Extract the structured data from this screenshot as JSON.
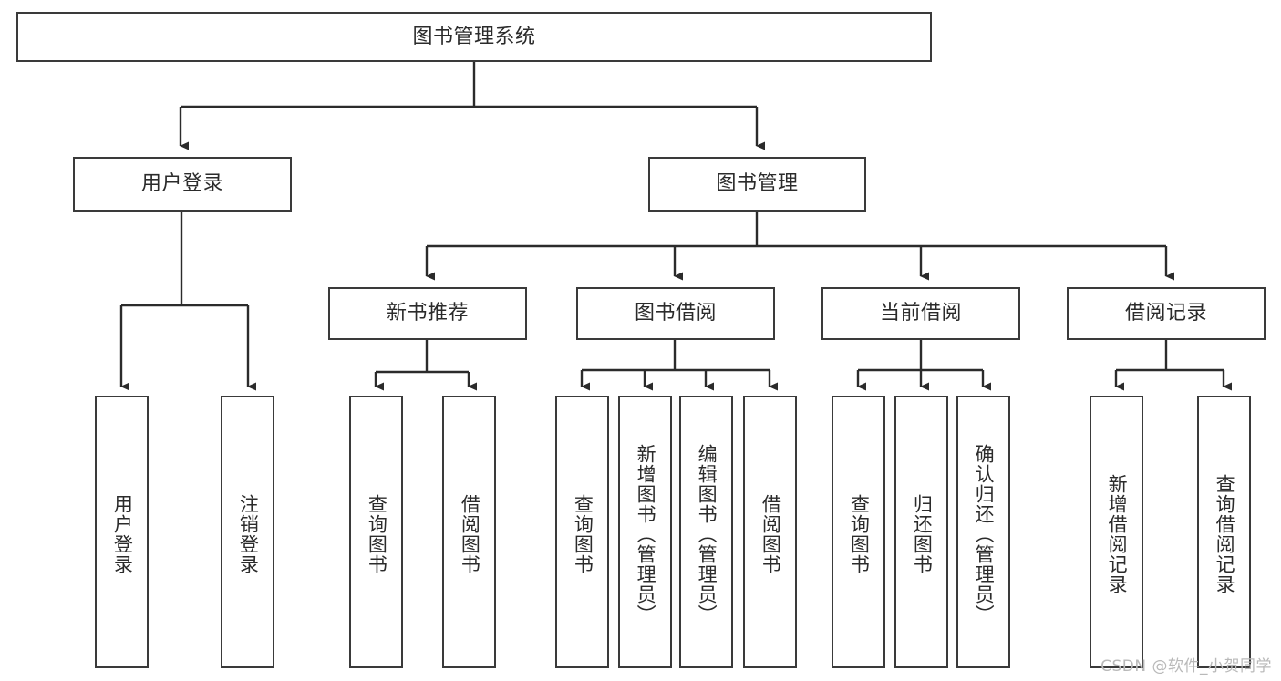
{
  "diagram": {
    "title": "图书管理系统",
    "type": "hierarchy-tree",
    "watermark": "CSDN @软件_小贺同学",
    "colors": {
      "stroke": "#3a3a3a",
      "box_fill": "#ffffff",
      "text": "#2b2b2b",
      "background": "#ffffff",
      "watermark": "#b9b9b9"
    },
    "levels": {
      "level0": [
        {
          "id": "root",
          "label": "图书管理系统"
        }
      ],
      "level1": [
        {
          "id": "user-login",
          "label": "用户登录"
        },
        {
          "id": "book-management",
          "label": "图书管理"
        }
      ],
      "level2": [
        {
          "id": "new-book-recommend",
          "label": "新书推荐"
        },
        {
          "id": "book-borrow",
          "label": "图书借阅"
        },
        {
          "id": "current-borrow",
          "label": "当前借阅"
        },
        {
          "id": "borrow-record",
          "label": "借阅记录"
        }
      ],
      "level3": [
        {
          "id": "leaf-user-login",
          "label": "用户登录",
          "parent": "user-login"
        },
        {
          "id": "leaf-logout-login",
          "label": "注销登录",
          "parent": "user-login"
        },
        {
          "id": "leaf-query-book-1",
          "label": "查询图书",
          "parent": "new-book-recommend"
        },
        {
          "id": "leaf-borrow-book-1",
          "label": "借阅图书",
          "parent": "new-book-recommend"
        },
        {
          "id": "leaf-query-book-2",
          "label": "查询图书",
          "parent": "book-borrow"
        },
        {
          "id": "leaf-add-book",
          "label": "新增图书（管理员）",
          "parent": "book-borrow"
        },
        {
          "id": "leaf-edit-book",
          "label": "编辑图书（管理员）",
          "parent": "book-borrow"
        },
        {
          "id": "leaf-borrow-book-2",
          "label": "借阅图书",
          "parent": "book-borrow"
        },
        {
          "id": "leaf-query-book-3",
          "label": "查询图书",
          "parent": "current-borrow"
        },
        {
          "id": "leaf-return-book",
          "label": "归还图书",
          "parent": "current-borrow"
        },
        {
          "id": "leaf-confirm-return",
          "label": "确认归还（管理员）",
          "parent": "current-borrow"
        },
        {
          "id": "leaf-add-record",
          "label": "新增借阅记录",
          "parent": "borrow-record"
        },
        {
          "id": "leaf-query-record",
          "label": "查询借阅记录",
          "parent": "borrow-record"
        }
      ]
    }
  }
}
